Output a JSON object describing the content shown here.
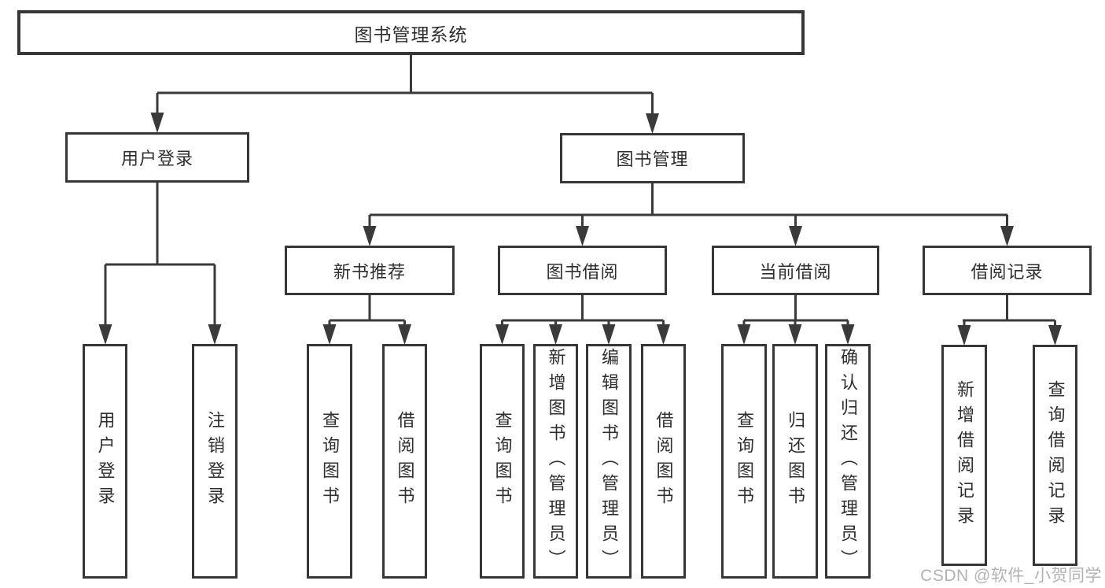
{
  "diagram": {
    "root": {
      "label": "图书管理系统"
    },
    "level2": [
      {
        "label": "用户登录"
      },
      {
        "label": "图书管理"
      }
    ],
    "level3": [
      {
        "label": "新书推荐"
      },
      {
        "label": "图书借阅"
      },
      {
        "label": "当前借阅"
      },
      {
        "label": "借阅记录"
      }
    ],
    "leaves": [
      {
        "label": "用户登录"
      },
      {
        "label": "注销登录"
      },
      {
        "label": "查询图书"
      },
      {
        "label": "借阅图书"
      },
      {
        "label": "查询图书"
      },
      {
        "label": "新增图书（管理员）"
      },
      {
        "label": "编辑图书（管理员）"
      },
      {
        "label": "借阅图书"
      },
      {
        "label": "查询图书"
      },
      {
        "label": "归还图书"
      },
      {
        "label": "确认归还（管理员）"
      },
      {
        "label": "新增借阅记录"
      },
      {
        "label": "查询借阅记录"
      }
    ]
  },
  "watermark": {
    "text": "CSDN @软件_小贺同学"
  },
  "colors": {
    "line": "#3a3a3a",
    "text": "#2e2e2e",
    "watermark": "#b5b1b1",
    "background": "#ffffff"
  }
}
